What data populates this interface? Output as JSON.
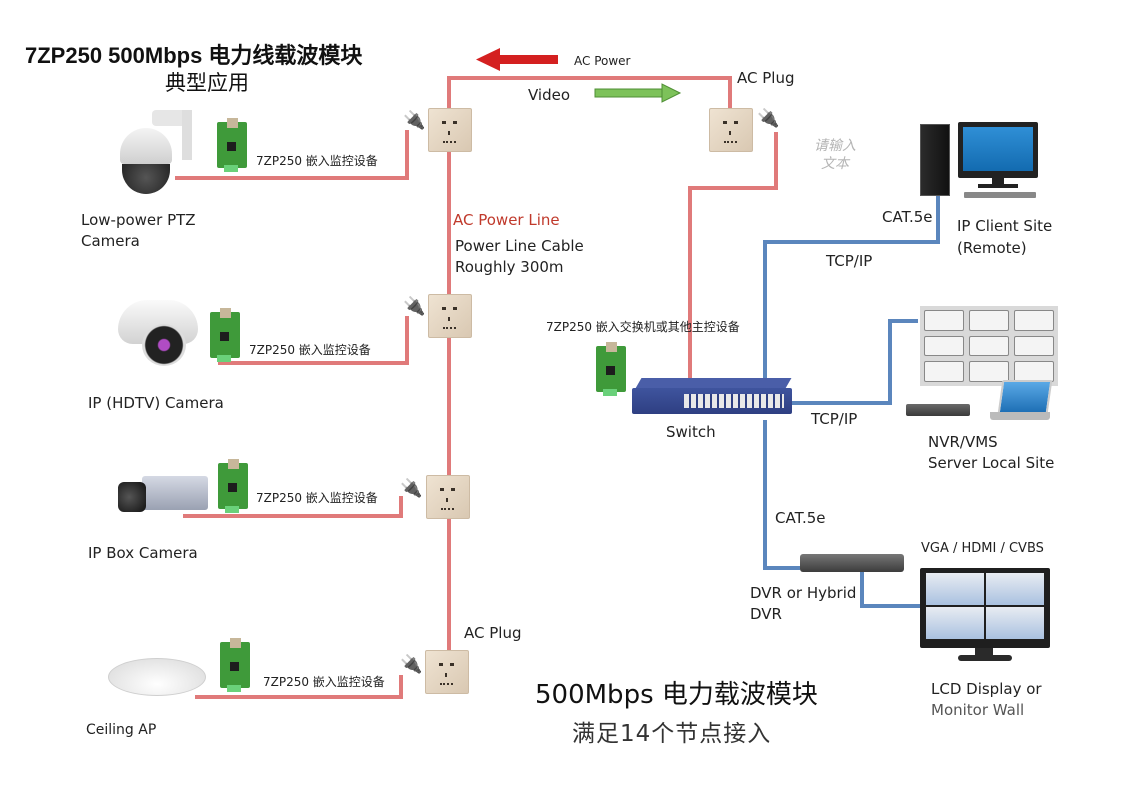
{
  "title": {
    "line1": "7ZP250  500Mbps 电力线载波模块",
    "line2": "典型应用"
  },
  "flow": {
    "ac_power_label": "AC Power",
    "video_label": "Video",
    "ac_power_arrow_color": "#d42020",
    "video_arrow_color": "#7dc25a"
  },
  "power_line": {
    "color": "#e07a7a",
    "label": "AC Power Line",
    "cable_line1": "Power Line Cable",
    "cable_line2": "Roughly 300m"
  },
  "network_line_color": "#5b86bd",
  "ac_plug_top_label": "AC Plug",
  "ac_plug_bottom_label": "AC Plug",
  "placeholder_text": {
    "line1": "请输入",
    "line2": "文本"
  },
  "devices": [
    {
      "name": "Low-power PTZ",
      "name2": "Camera",
      "module_label": "7ZP250 嵌入监控设备",
      "icon": "ptz-camera-icon"
    },
    {
      "name": "IP (HDTV) Camera",
      "module_label": "7ZP250 嵌入监控设备",
      "icon": "dome-camera-icon"
    },
    {
      "name": "IP Box Camera",
      "module_label": "7ZP250 嵌入监控设备",
      "icon": "box-camera-icon"
    },
    {
      "name": "Ceiling AP",
      "module_label": "7ZP250 嵌入监控设备",
      "icon": "ceiling-ap-icon"
    }
  ],
  "switch": {
    "label": "Switch",
    "module_label": "7ZP250 嵌入交换机或其他主控设备"
  },
  "client_site": {
    "cable": "CAT.5e",
    "protocol": "TCP/IP",
    "line1": "IP Client Site",
    "line2": "(Remote)"
  },
  "nvr": {
    "protocol": "TCP/IP",
    "line1": "NVR/VMS",
    "line2": "Server Local Site"
  },
  "dvr": {
    "cable": "CAT.5e",
    "line1": "DVR or Hybrid",
    "line2": "DVR",
    "video_out": "VGA / HDMI / CVBS"
  },
  "display": {
    "line1": "LCD Display or",
    "line2": "Monitor Wall"
  },
  "footer": {
    "line1": "500Mbps 电力载波模块",
    "line2": "满足14个节点接入"
  }
}
